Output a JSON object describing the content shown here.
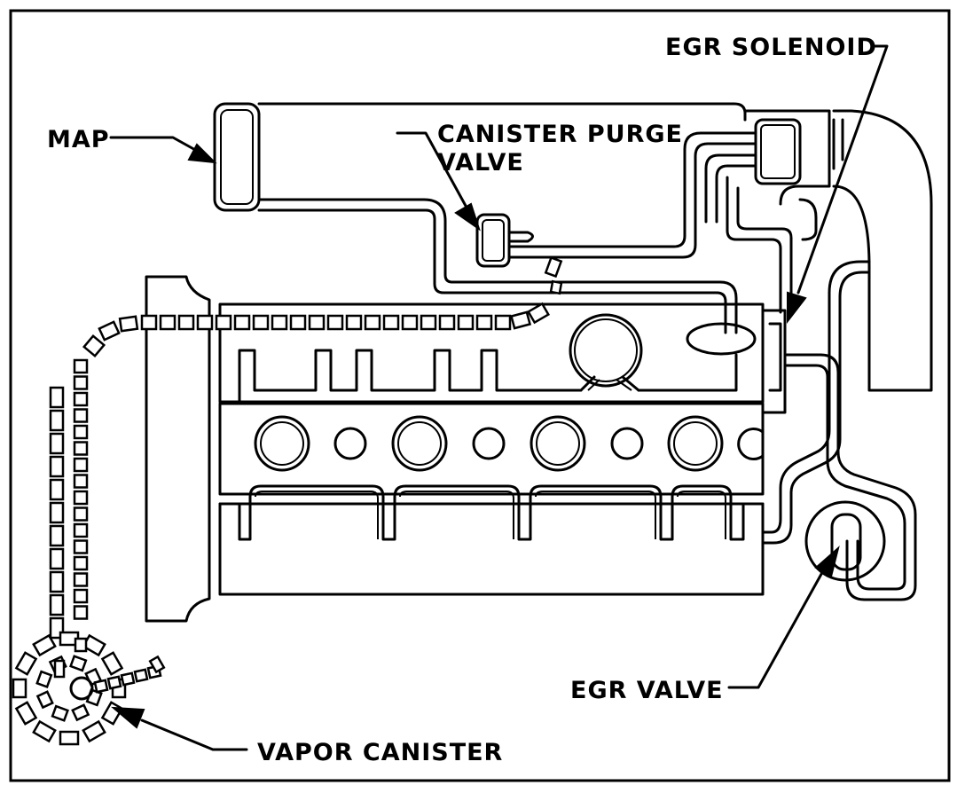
{
  "labels": {
    "map": "MAP",
    "canister_purge_line1": "CANISTER PURGE",
    "canister_purge_line2": "VALVE",
    "egr_solenoid": "EGR SOLENOID",
    "egr_valve": "EGR VALVE",
    "vapor_canister": "VAPOR CANISTER"
  }
}
